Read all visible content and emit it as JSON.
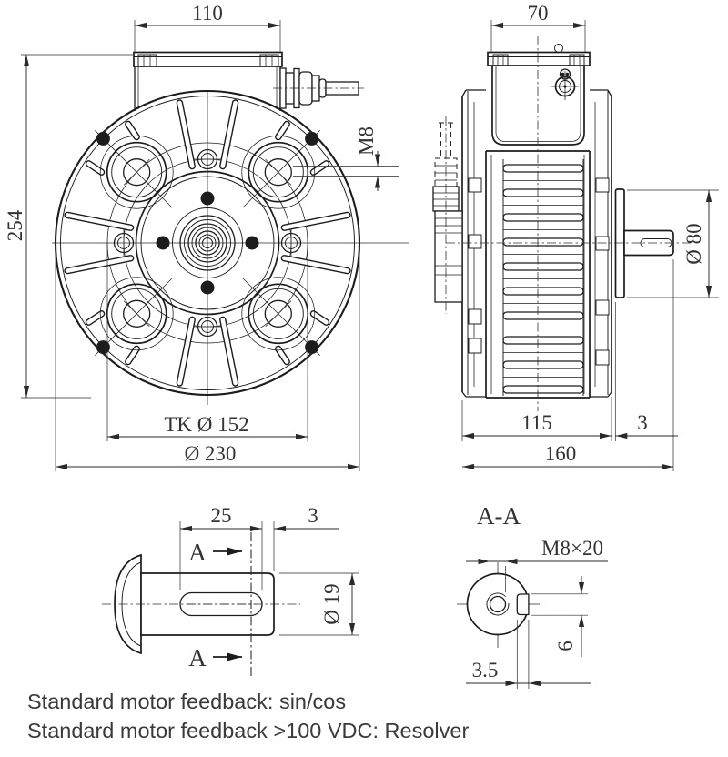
{
  "drawing": {
    "front_view": {
      "dim_top_width": "110",
      "dim_left_height": "254",
      "dim_thread": "M8",
      "dim_bolt_circle": "TK Ø 152",
      "dim_outer_dia": "Ø 230"
    },
    "side_view": {
      "dim_box_width": "70",
      "dim_hub_dia": "Ø 80",
      "dim_body_length": "115",
      "dim_hub_gap": "3",
      "dim_total_length": "160"
    },
    "shaft_detail": {
      "dim_key_length": "25",
      "dim_key_end_gap": "3",
      "dim_shaft_dia": "Ø 19",
      "section_arrow_label": "A"
    },
    "section_view": {
      "title": "A-A",
      "dim_thread": "M8×20",
      "dim_key_depth": "3.5",
      "dim_key_width": "6"
    },
    "notes": {
      "line1": "Standard motor feedback: sin/cos",
      "line2": "Standard motor feedback >100 VDC: Resolver"
    }
  }
}
